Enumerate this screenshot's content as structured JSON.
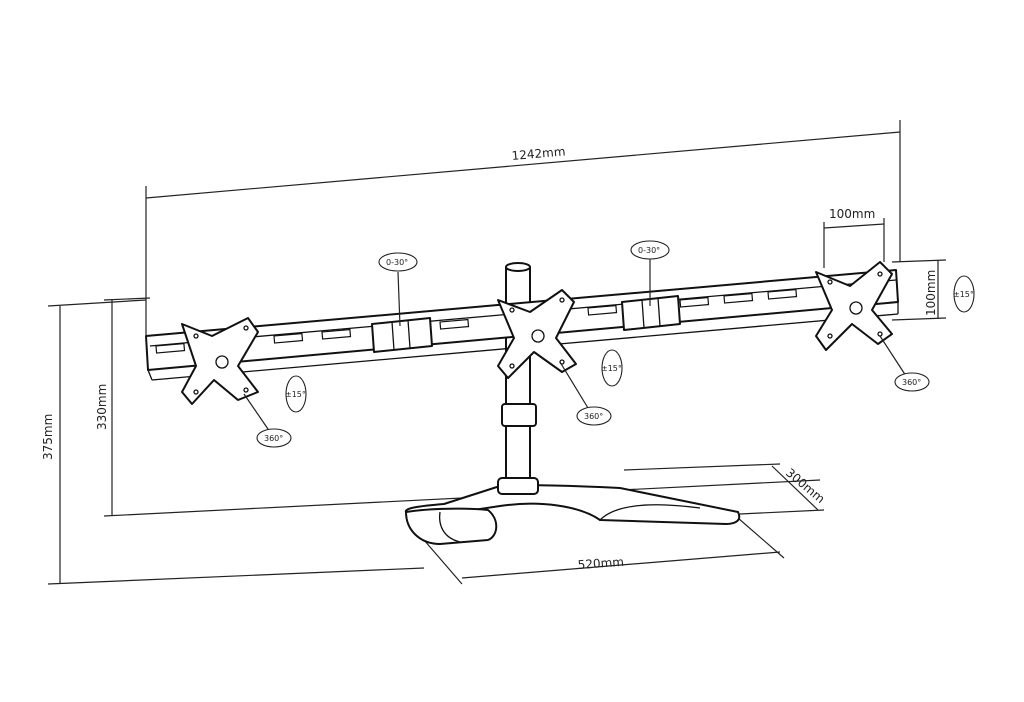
{
  "dimensions": {
    "total_width": "1242mm",
    "vesa_width": "100mm",
    "vesa_height": "100mm",
    "arm_height_inner": "330mm",
    "overall_height": "375mm",
    "base_depth": "300mm",
    "base_width": "520mm"
  },
  "adjustments": {
    "tilt_left": "±15°",
    "tilt_center": "±15°",
    "tilt_right": "±15°",
    "rotate_left": "360°",
    "rotate_center": "360°",
    "rotate_right": "360°",
    "swivel_left_joint": "0-30°",
    "swivel_right_joint": "0-30°"
  },
  "colors": {
    "line": "#111111",
    "background": "#ffffff"
  }
}
